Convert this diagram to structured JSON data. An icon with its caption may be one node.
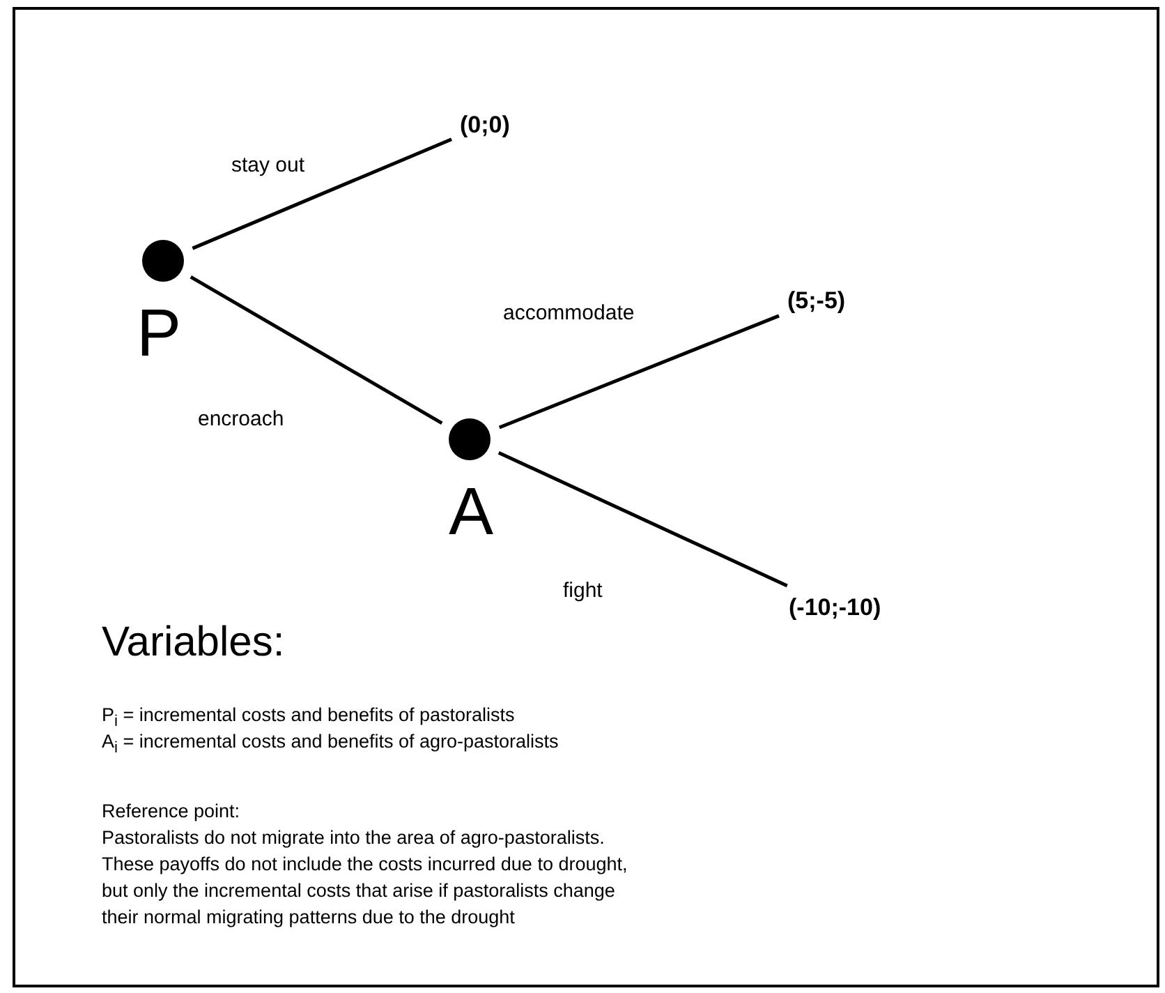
{
  "diagram": {
    "nodes": [
      {
        "text": [],
        "shape": "circle",
        "beside": [
          "P"
        ]
      },
      {
        "text": [
          "(0;0)"
        ]
      },
      {
        "text": [],
        "shape": "circle",
        "beside": [
          "A"
        ]
      },
      {
        "text": [
          "(5;-5)"
        ]
      },
      {
        "text": [
          "(-10;-10)"
        ]
      }
    ],
    "edges": [
      {
        "from": 0,
        "to": 1,
        "arrow": "none",
        "label": "stay out"
      },
      {
        "from": 0,
        "to": 2,
        "arrow": "none",
        "label": "encroach"
      },
      {
        "from": 2,
        "to": 3,
        "arrow": "none",
        "label": "accommodate"
      },
      {
        "from": 2,
        "to": 4,
        "arrow": "none",
        "label": "fight"
      }
    ],
    "labels": [
      "Variables:",
      "P$_{i}$ = incremental costs and benefits of pastoralists",
      "A$_{i}$ = incremental costs and benefits of agro-pastoralists",
      "Reference point:",
      "Pastoralists do not migrate into the area of agro-pastoralists.",
      "These payoffs do not include the costs incurred due to drought,",
      "but only the incremental costs that arise if pastoralists change",
      "their normal migrating patterns due to the drought"
    ]
  }
}
